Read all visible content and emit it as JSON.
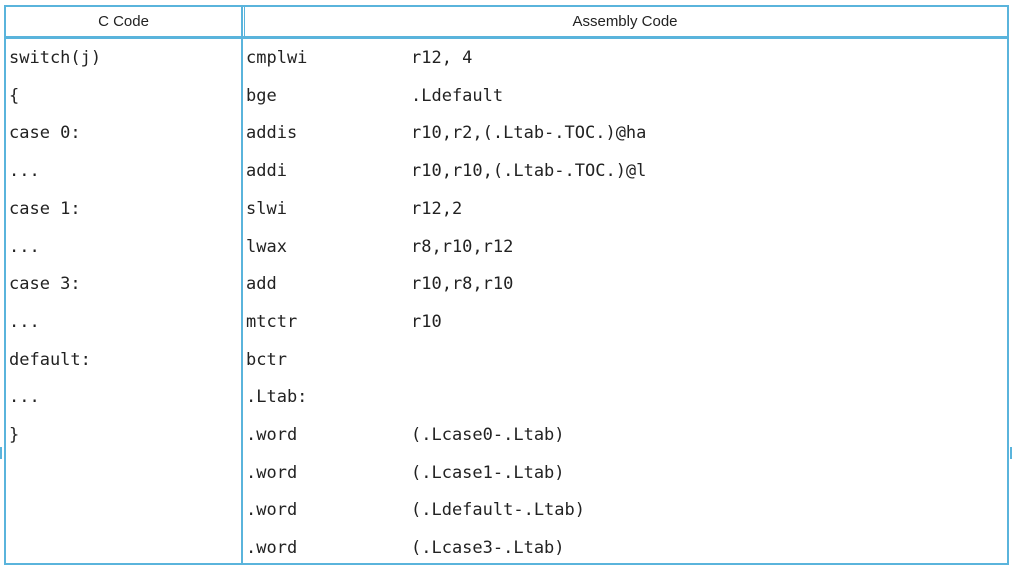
{
  "header": {
    "c_code": "C Code",
    "assembly_code": "Assembly Code"
  },
  "rows": [
    {
      "c": "switch(j)",
      "op": "cmplwi",
      "arg": "r12, 4"
    },
    {
      "c": "{",
      "op": "bge",
      "arg": ".Ldefault"
    },
    {
      "c": "case 0:",
      "op": "addis",
      "arg": "r10,r2,(.Ltab-.TOC.)@ha"
    },
    {
      "c": "...",
      "op": "addi",
      "arg": "r10,r10,(.Ltab-.TOC.)@l"
    },
    {
      "c": "case 1:",
      "op": "slwi",
      "arg": "r12,2"
    },
    {
      "c": "...",
      "op": "lwax",
      "arg": "r8,r10,r12"
    },
    {
      "c": "case 3:",
      "op": "add",
      "arg": "r10,r8,r10"
    },
    {
      "c": "...",
      "op": "mtctr",
      "arg": "r10"
    },
    {
      "c": "default:",
      "op": "bctr",
      "arg": ""
    },
    {
      "c": "...",
      "op": ".Ltab:",
      "arg": ""
    },
    {
      "c": "}",
      "op": ".word",
      "arg": "(.Lcase0-.Ltab)"
    },
    {
      "c": "",
      "op": ".word",
      "arg": "(.Lcase1-.Ltab)"
    },
    {
      "c": "",
      "op": ".word",
      "arg": "(.Ldefault-.Ltab)"
    },
    {
      "c": "",
      "op": ".word",
      "arg": "(.Lcase3-.Ltab)"
    }
  ]
}
